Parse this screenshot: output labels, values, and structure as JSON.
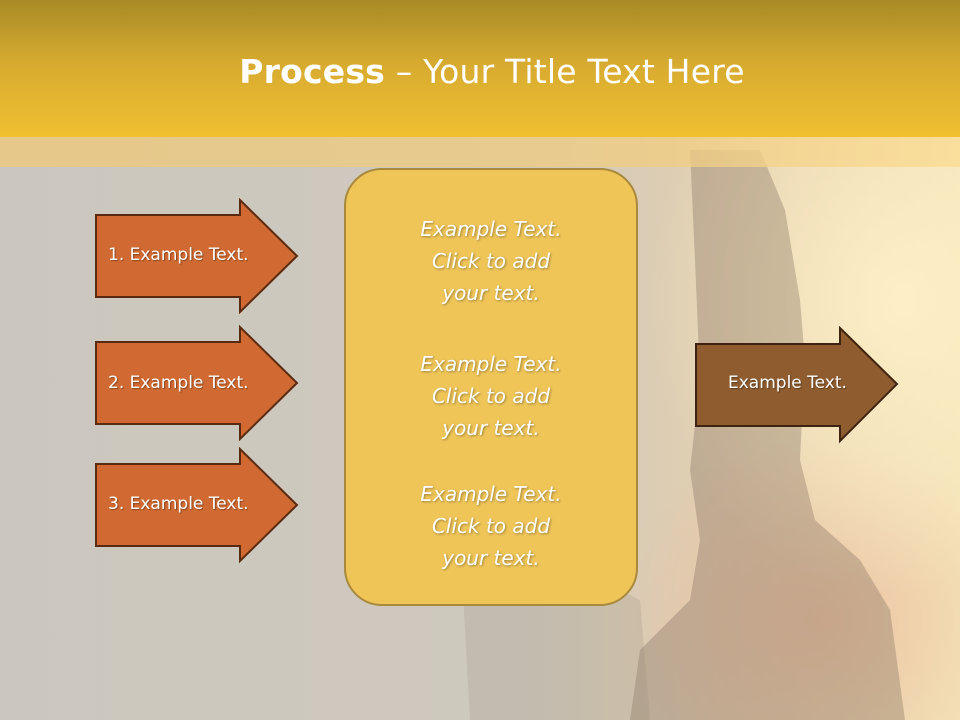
{
  "title": {
    "bold": "Process",
    "rest": " – Your Title Text Here"
  },
  "left_arrows": [
    {
      "label": "1. Example Text."
    },
    {
      "label": "2. Example Text."
    },
    {
      "label": "3. Example Text."
    }
  ],
  "center_box": {
    "blocks": [
      {
        "line1": "Example Text.",
        "line2": "Click  to add",
        "line3": "your text."
      },
      {
        "line1": "Example Text.",
        "line2": "Click  to add",
        "line3": "your text."
      },
      {
        "line1": "Example Text.",
        "line2": "Click  to add",
        "line3": "your text."
      }
    ]
  },
  "right_arrow": {
    "label": "Example Text."
  },
  "colors": {
    "header": "#f0c030",
    "left_arrow_fill": "#d06a32",
    "left_arrow_stroke": "#5a2a10",
    "right_arrow_fill": "#8e5c2e",
    "center_box_fill": "#efc558"
  }
}
